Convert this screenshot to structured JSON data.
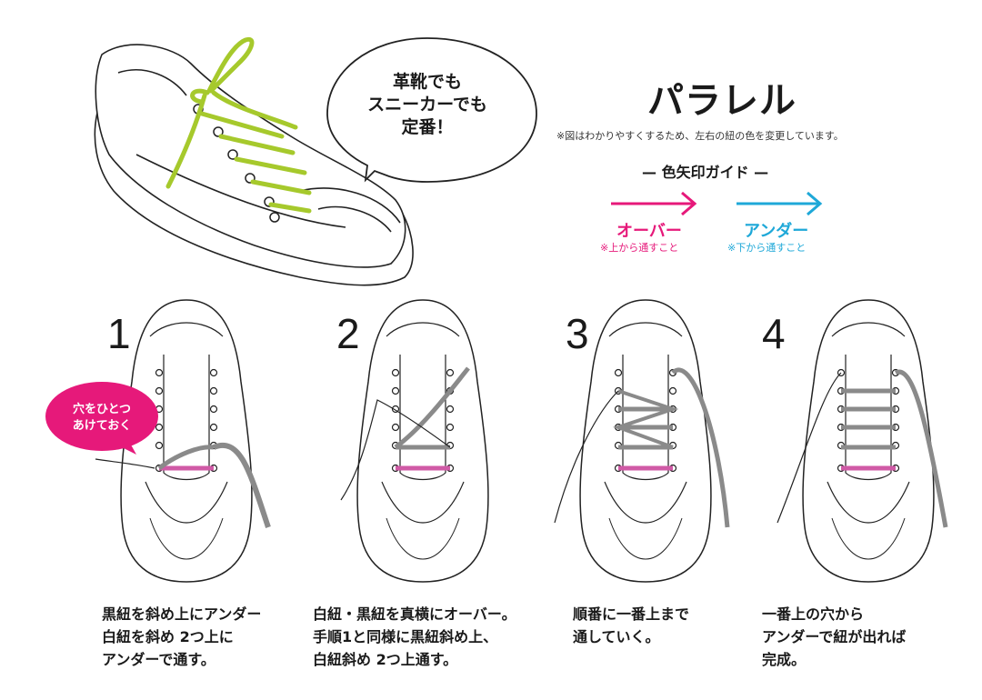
{
  "title": "パラレル",
  "note": "※図はわかりやすくするため、左右の紐の色を変更しています。",
  "bubble": "革靴でも\nスニーカーでも\n定番！",
  "guide": {
    "title": "— 色矢印ガイド —",
    "over": {
      "label": "オーバー",
      "sub": "※上から通すこと",
      "color": "#e6197a"
    },
    "under": {
      "label": "アンダー",
      "sub": "※下から通すこと",
      "color": "#1ea8d8"
    }
  },
  "callout": "穴をひとつ\nあけておく",
  "steps": [
    {
      "num": "1",
      "text": "黒紐を斜め上にアンダー\n白紐を斜め 2つ上に\nアンダーで通す。"
    },
    {
      "num": "2",
      "text": "白紐・黒紐を真横にオーバー。\n手順1と同様に黒紐斜め上、\n白紐斜め 2つ上通す。"
    },
    {
      "num": "3",
      "text": "順番に一番上まで\n通していく。"
    },
    {
      "num": "4",
      "text": "一番上の穴から\nアンダーで紐が出れば\n完成。"
    }
  ],
  "colors": {
    "lace_green": "#a6c92c",
    "lace_gray": "#8a8a8a",
    "lace_pink": "#d05aa6"
  }
}
